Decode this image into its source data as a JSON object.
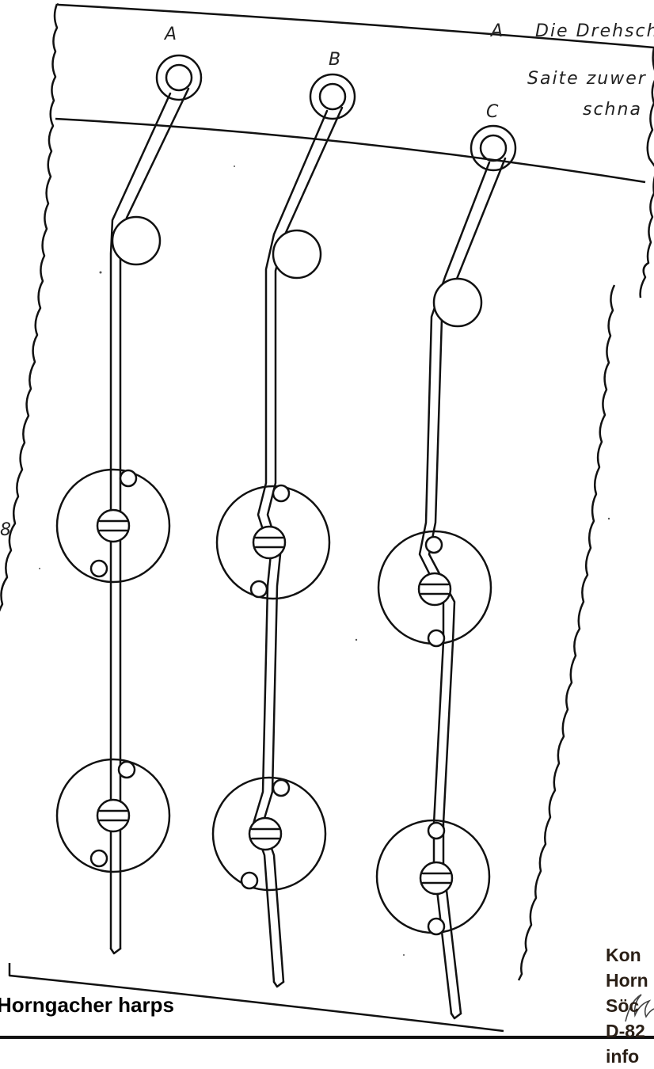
{
  "labels": {
    "a": "A",
    "b": "B",
    "c": "C",
    "side": "8"
  },
  "note": {
    "letter": "A",
    "line1": "Die Drehsch",
    "line2": "Saite zuwer",
    "line3": "schna"
  },
  "contact": {
    "line1": "Kon",
    "line2": "Horn",
    "line3": "Söc",
    "line4": "D-82",
    "line5": "info"
  },
  "caption": "Horngacher harps",
  "colors": {
    "ink": "#111111",
    "paper": "#ffffff",
    "contact_text": "#2a1f16"
  }
}
